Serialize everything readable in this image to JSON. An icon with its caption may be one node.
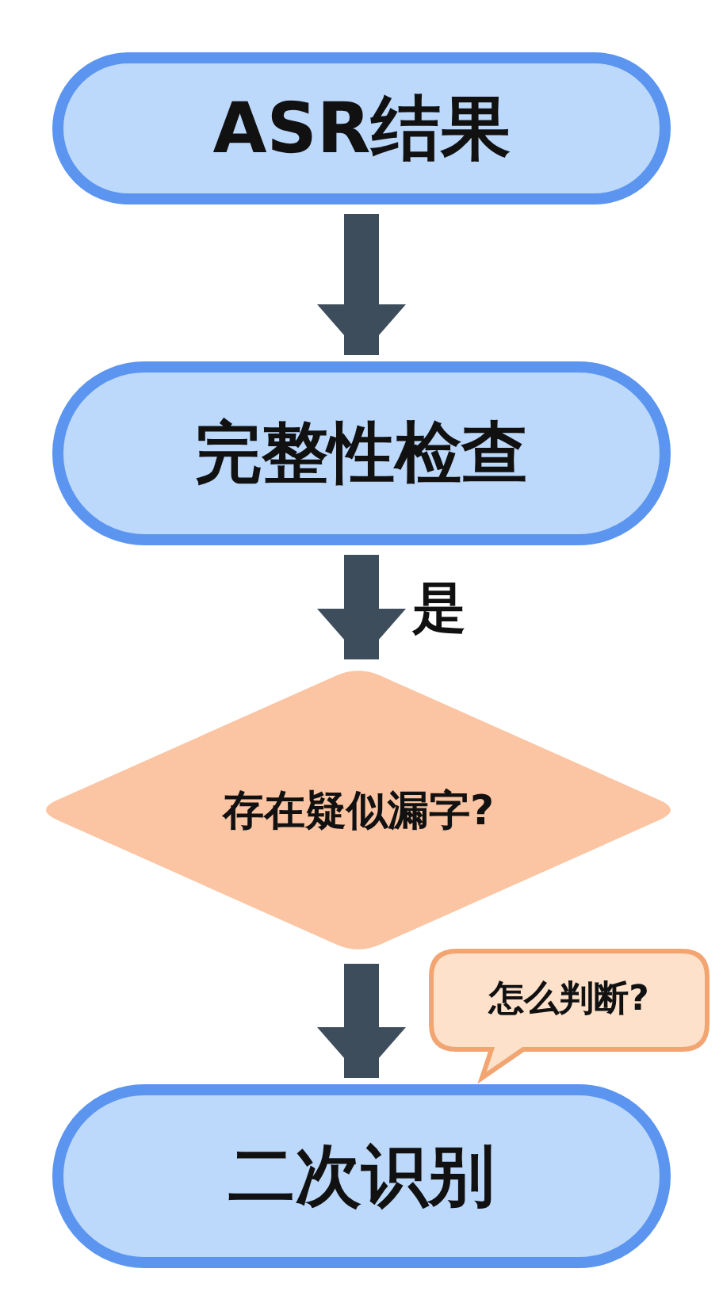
{
  "diagram": {
    "nodes": [
      {
        "text": [
          "ASR结果"
        ]
      },
      {
        "text": [
          "完整性检查"
        ]
      },
      {
        "text": [
          "存在疑似漏字?"
        ]
      },
      {
        "text": [
          "二次识别"
        ]
      },
      {
        "text": [
          "怎么判断?"
        ]
      }
    ],
    "edges": [
      {
        "from": 0,
        "to": 1,
        "arrow": "to"
      },
      {
        "from": 1,
        "to": 2,
        "arrow": "to",
        "label": "是"
      },
      {
        "from": 2,
        "to": 3,
        "arrow": "to"
      }
    ]
  }
}
